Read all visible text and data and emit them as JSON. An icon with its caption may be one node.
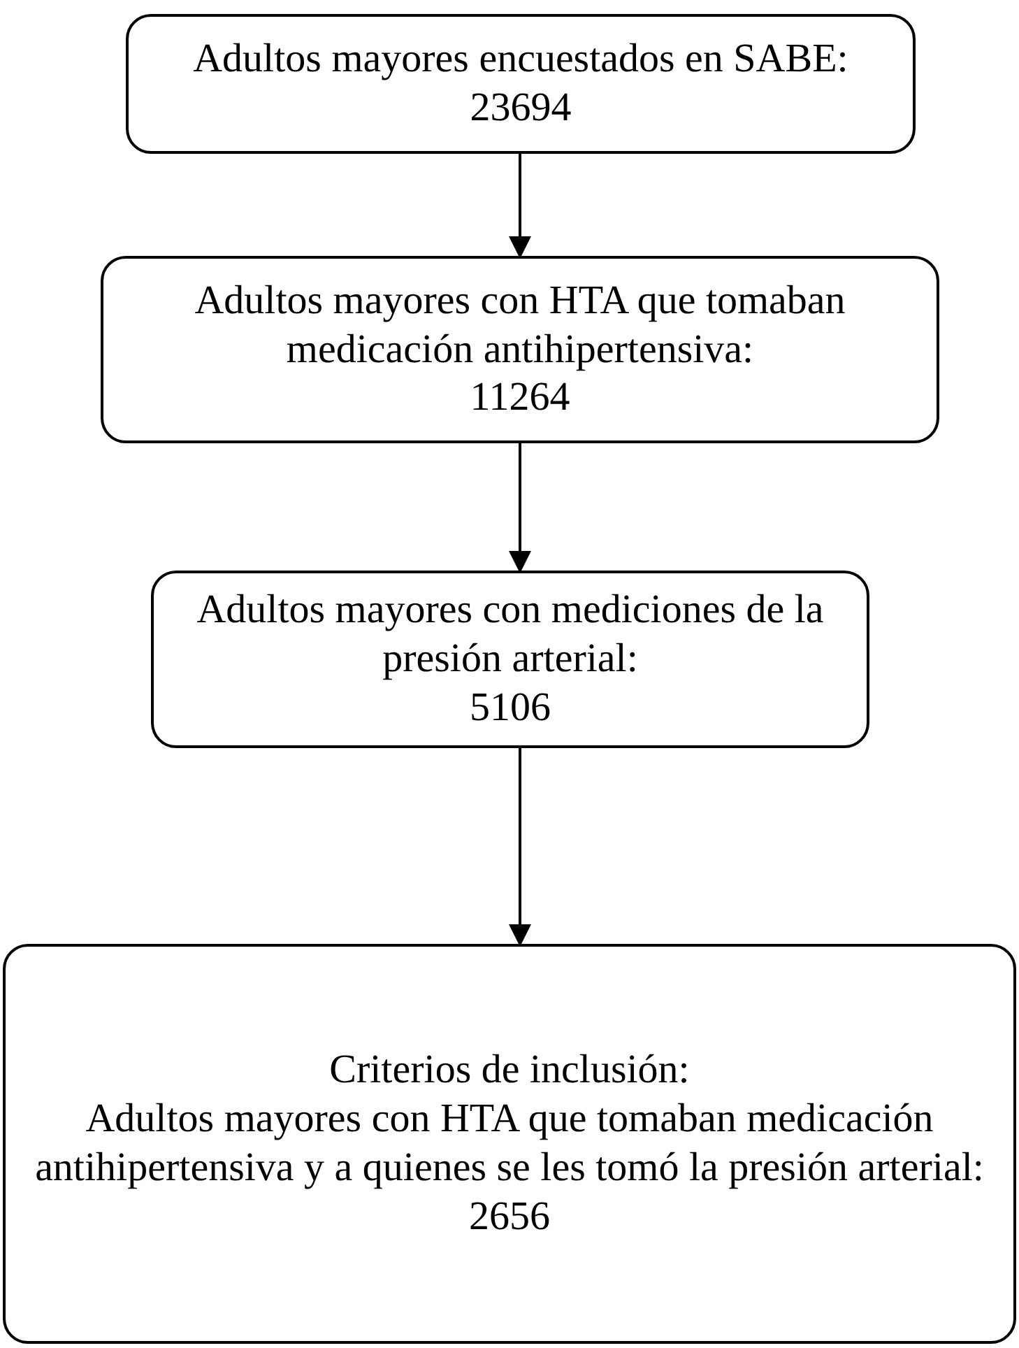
{
  "diagram": {
    "nodes": [
      {
        "text": [
          "Adultos mayores encuestados en SABE:",
          "23694"
        ]
      },
      {
        "text": [
          "Adultos mayores con HTA que tomaban medicación antihipertensiva:",
          "11264"
        ]
      },
      {
        "text": [
          "Adultos mayores con mediciones de la presión arterial:",
          "5106"
        ]
      },
      {
        "text": [
          "Criterios de inclusión:",
          "Adultos mayores con HTA que tomaban medicación antihipertensiva y a quienes se les tomó la presión arterial:",
          "2656"
        ]
      }
    ],
    "edges": [
      {
        "from": 0,
        "to": 1,
        "arrow": "to"
      },
      {
        "from": 1,
        "to": 2,
        "arrow": "to"
      },
      {
        "from": 2,
        "to": 3,
        "arrow": "to"
      }
    ]
  }
}
